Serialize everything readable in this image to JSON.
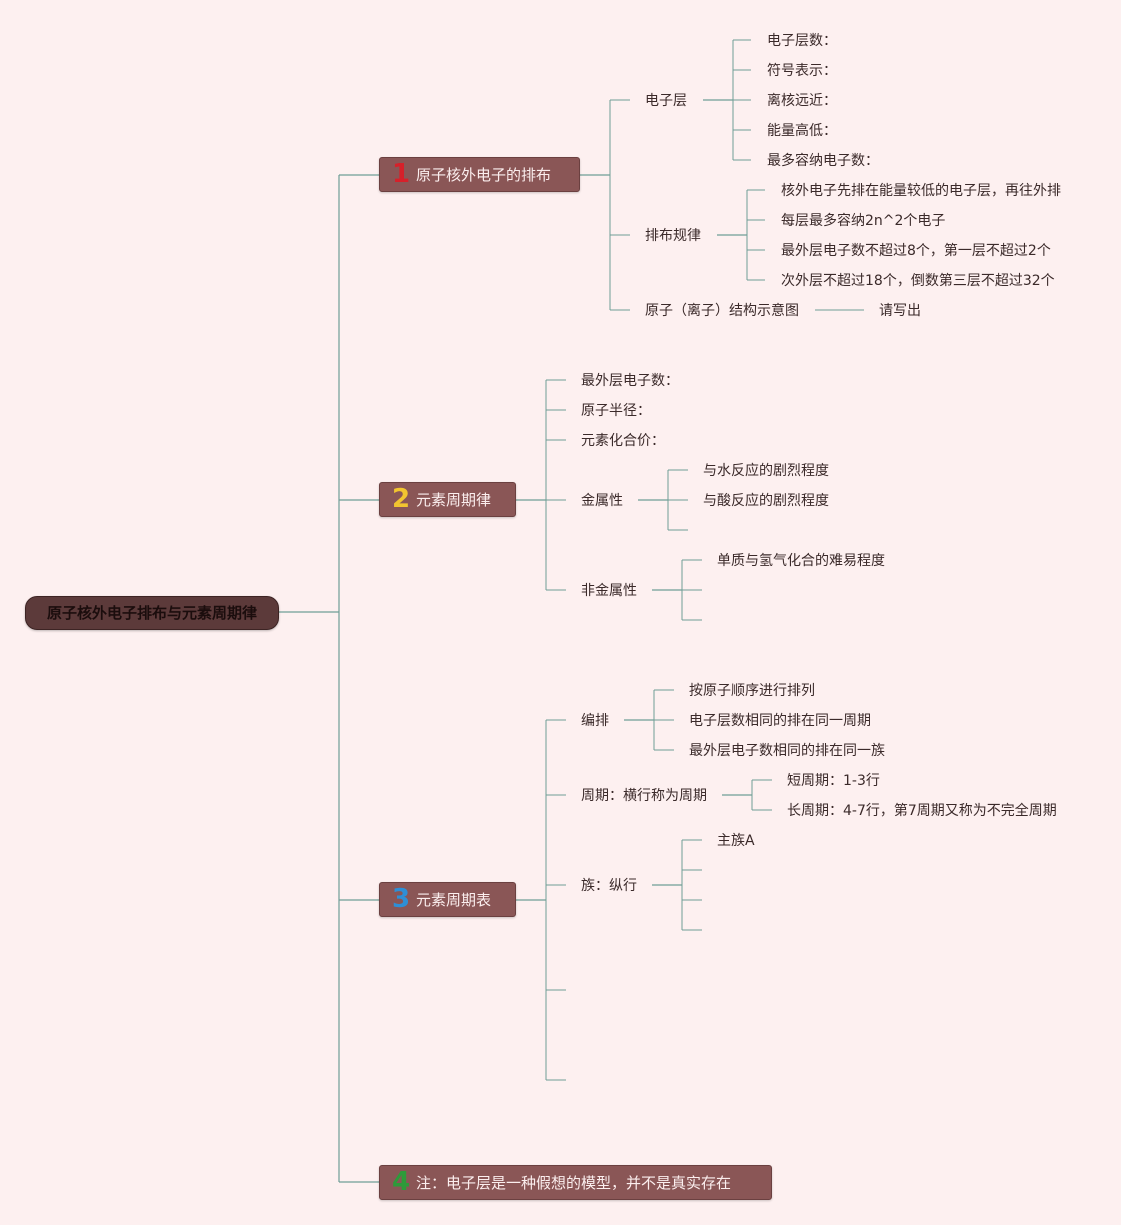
{
  "root": {
    "label": "原子核外电子排布与元素周期律"
  },
  "branches": [
    {
      "num": "1",
      "num_color": "#d6202a",
      "label": "原子核外电子的排布",
      "children": [
        {
          "label": "电子层",
          "children": [
            "电子层数：",
            "符号表示：",
            "离核远近：",
            "能量高低：",
            "最多容纳电子数："
          ]
        },
        {
          "label": "排布规律",
          "children": [
            "核外电子先排在能量较低的电子层，再往外排",
            "每层最多容纳2n^2个电子",
            "最外层电子数不超过8个，第一层不超过2个",
            "次外层不超过18个，倒数第三层不超过32个"
          ]
        },
        {
          "label": "原子（离子）结构示意图",
          "children": [
            "请写出"
          ]
        }
      ]
    },
    {
      "num": "2",
      "num_color": "#f2c530",
      "label": "元素周期律",
      "children": [
        {
          "label": "最外层电子数："
        },
        {
          "label": "原子半径："
        },
        {
          "label": "元素化合价："
        },
        {
          "label": "金属性",
          "children": [
            "与水反应的剧烈程度",
            "与酸反应的剧烈程度",
            ""
          ]
        },
        {
          "label": "非金属性",
          "children": [
            "单质与氢气化合的难易程度",
            "",
            ""
          ]
        }
      ]
    },
    {
      "num": "3",
      "num_color": "#2e8fd6",
      "label": "元素周期表",
      "children": [
        {
          "label": "编排",
          "children": [
            "按原子顺序进行排列",
            "电子层数相同的排在同一周期",
            "最外层电子数相同的排在同一族"
          ]
        },
        {
          "label": "周期：横行称为周期",
          "children": [
            "短周期：1-3行",
            "长周期：4-7行，第7周期又称为不完全周期"
          ]
        },
        {
          "label": "族：纵行",
          "children": [
            "主族A",
            "",
            "",
            ""
          ]
        },
        {
          "label": ""
        },
        {
          "label": ""
        }
      ]
    },
    {
      "num": "4",
      "num_color": "#2e9a3a",
      "label": "注：电子层是一种假想的模型，并不是真实存在"
    }
  ],
  "colors": {
    "background": "#fdf0f0",
    "line": "#6f9e96",
    "root_fill": "#5c3a3a",
    "branch_fill": "#8a5656"
  }
}
